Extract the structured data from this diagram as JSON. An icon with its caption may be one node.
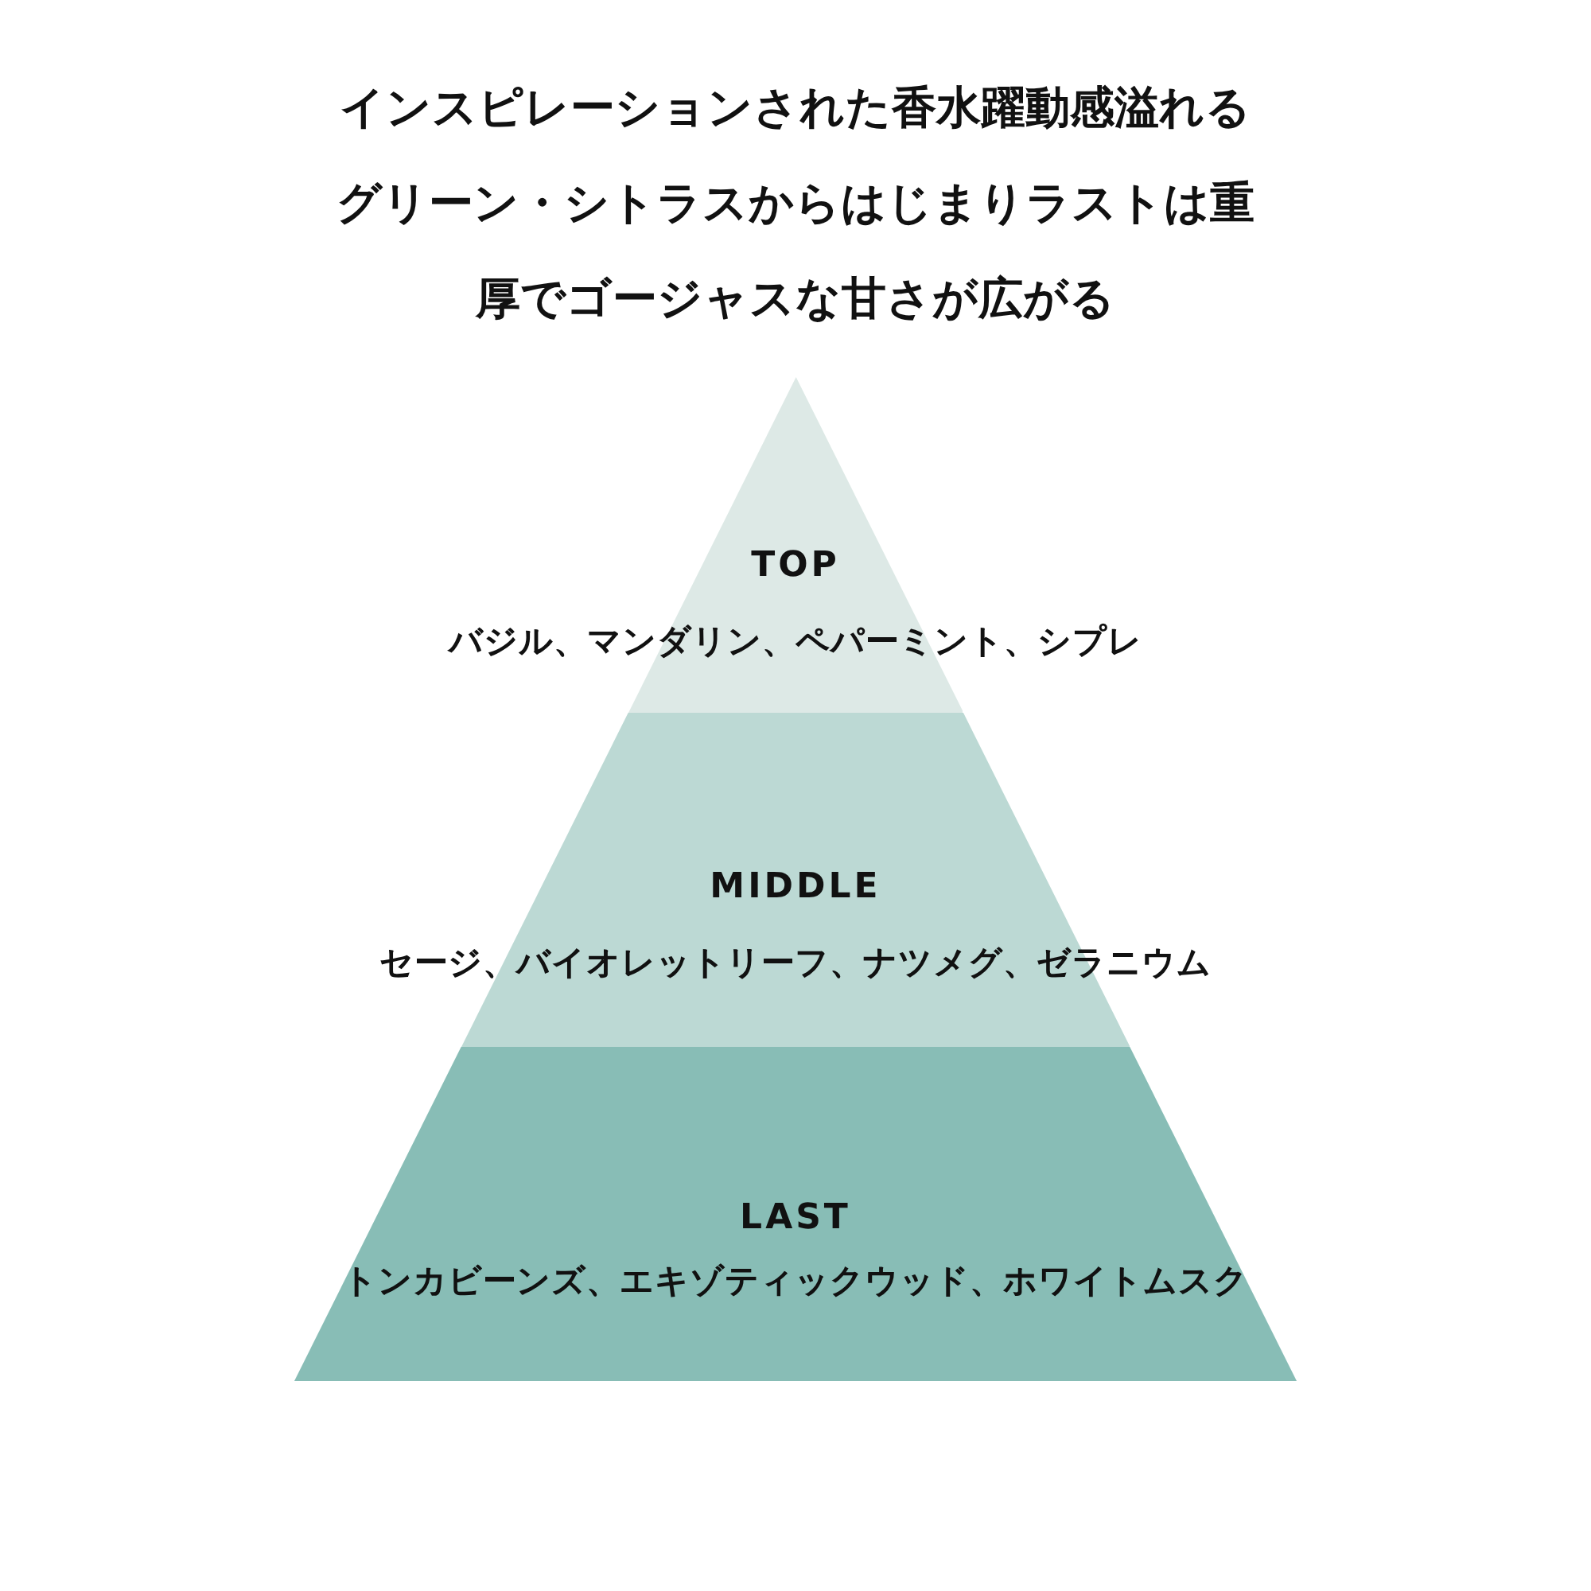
{
  "diagram": {
    "title": "インスピレーションされた香水躍動感溢れるグリーン・シトラスからはじまりラストは重厚でゴージャスな甘さが広がる",
    "nodes": [
      {
        "text": [
          "TOP",
          "バジル、マンダリン、ペパーミント、シプレ"
        ]
      },
      {
        "text": [
          "MIDDLE",
          "セージ、バイオレットリーフ、ナツメグ、ゼラニウム"
        ]
      },
      {
        "text": [
          "LAST",
          "トンカビーンズ、エキゾティックウッド、ホワイトムスク"
        ]
      }
    ]
  }
}
